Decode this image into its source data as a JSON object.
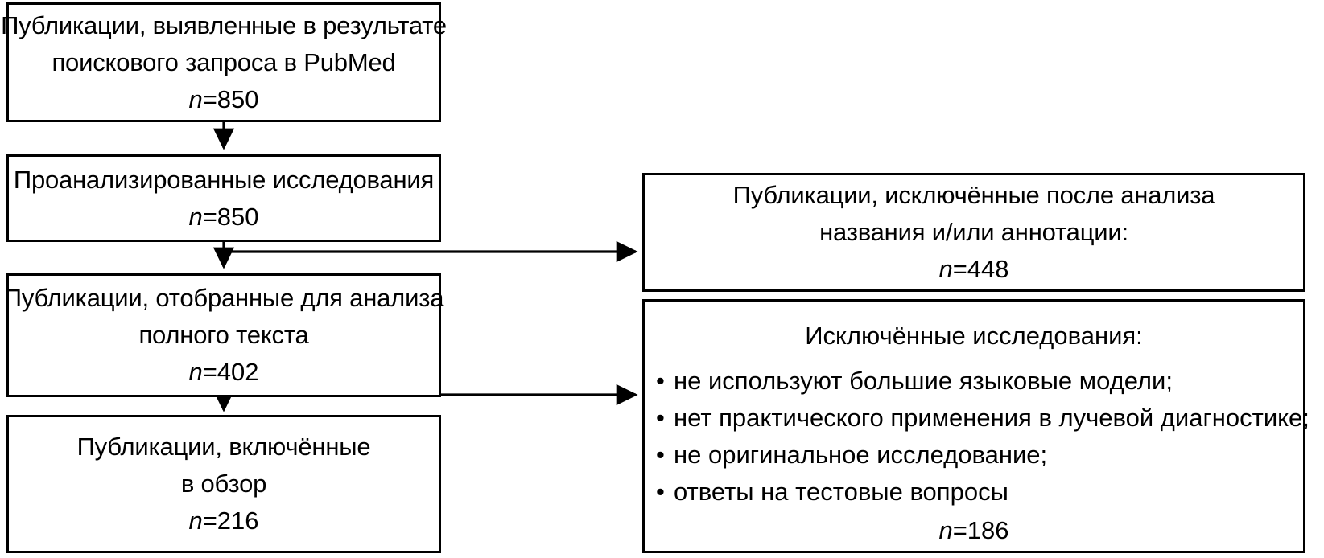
{
  "diagram": {
    "type": "prisma-flow-diagram",
    "language": "ru",
    "stroke_color": "#000000",
    "background_color": "#ffffff",
    "boxes": {
      "identified": {
        "line1": "Публикации, выявленные в результате",
        "line2": "поискового запроса в PubMed",
        "n_symbol": "n",
        "n_eq": "=850",
        "n_value": 850
      },
      "screened": {
        "line1": "Проанализированные исследования",
        "n_symbol": "n",
        "n_eq": "=850",
        "n_value": 850
      },
      "fulltext": {
        "line1": "Публикации, отобранные для анализа",
        "line2": "полного текста",
        "n_symbol": "n",
        "n_eq": "=402",
        "n_value": 402
      },
      "included": {
        "line1": "Публикации, включённые",
        "line2": "в обзор",
        "n_symbol": "n",
        "n_eq": "=216",
        "n_value": 216
      },
      "excluded_abstract": {
        "line1": "Публикации, исключённые после анализа",
        "line2": "названия и/или аннотации:",
        "n_symbol": "n",
        "n_eq": "=448",
        "n_value": 448
      },
      "excluded_fulltext": {
        "header": "Исключённые исследования:",
        "bullet_glyph": "•",
        "items": [
          "не используют большие языковые модели;",
          "нет практического применения в лучевой диагностике;",
          "не оригинальное исследование;",
          "ответы на тестовые вопросы"
        ],
        "n_symbol": "n",
        "n_eq": "=186",
        "n_value": 186
      }
    }
  }
}
